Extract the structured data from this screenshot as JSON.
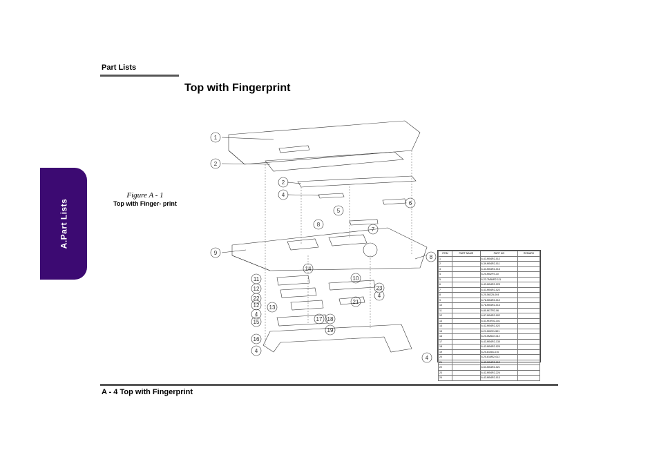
{
  "header": {
    "section_label": "Part Lists",
    "title": "Top with Fingerprint"
  },
  "side_tab": {
    "label": "A.Part Lists"
  },
  "figure": {
    "label": "Figure A - 1",
    "description": "Top with Finger- print",
    "callouts": [
      "1",
      "2",
      "2",
      "4",
      "5",
      "6",
      "7",
      "8",
      "9",
      "8",
      "14",
      "11",
      "12",
      "22",
      "13",
      "12",
      "4",
      "15",
      "16",
      "4",
      "10",
      "23",
      "4",
      "21",
      "17",
      "18",
      "19",
      "4"
    ]
  },
  "parts_table": {
    "headers": [
      "ITEM",
      "PART NAME",
      "PART NO",
      "REMARK"
    ],
    "rows": [
      [
        "1",
        "",
        "6-43-M54R2-012",
        ""
      ],
      [
        "2",
        "",
        "6-39-M54R2-011",
        ""
      ],
      [
        "3",
        "",
        "6-43-M54R2-013",
        ""
      ],
      [
        "4",
        "",
        "6-20-M52FS-10",
        ""
      ],
      [
        "5",
        "",
        "6-23-7M54R2-111",
        ""
      ],
      [
        "6",
        "",
        "6-43-M54R2-223",
        ""
      ],
      [
        "7",
        "",
        "6-43-M54R2-022",
        ""
      ],
      [
        "8",
        "",
        "6-20-56225-004",
        ""
      ],
      [
        "9",
        "",
        "6-78-M54R2-012",
        ""
      ],
      [
        "10",
        "",
        "6-78-M54R2-013",
        ""
      ],
      [
        "11",
        "",
        "6-80-M1TR2-06",
        ""
      ],
      [
        "12",
        "",
        "6-87-M54R2-002",
        ""
      ],
      [
        "13",
        "",
        "6-41-M1R02-101",
        ""
      ],
      [
        "14",
        "",
        "6-42-M54R2-022",
        ""
      ],
      [
        "15",
        "",
        "6-21-M0221-501",
        ""
      ],
      [
        "16",
        "",
        "6-20-5M52X-012",
        ""
      ],
      [
        "17",
        "",
        "6-43-M54R2-130",
        ""
      ],
      [
        "18",
        "",
        "6-43-M54R2-020",
        ""
      ],
      [
        "19",
        "",
        "6-20-81081-010",
        ""
      ],
      [
        "20",
        "",
        "6-20-81M52-013",
        ""
      ],
      [
        "21",
        "",
        "6-43-M54R2-012",
        ""
      ],
      [
        "22",
        "",
        "6-53-M54R2-021",
        ""
      ],
      [
        "23",
        "",
        "6-42-M54R2-224",
        ""
      ],
      [
        "24",
        "",
        "6-43-M54R2-013",
        ""
      ]
    ]
  },
  "footer": {
    "text": "A - 4  Top with Fingerprint"
  }
}
